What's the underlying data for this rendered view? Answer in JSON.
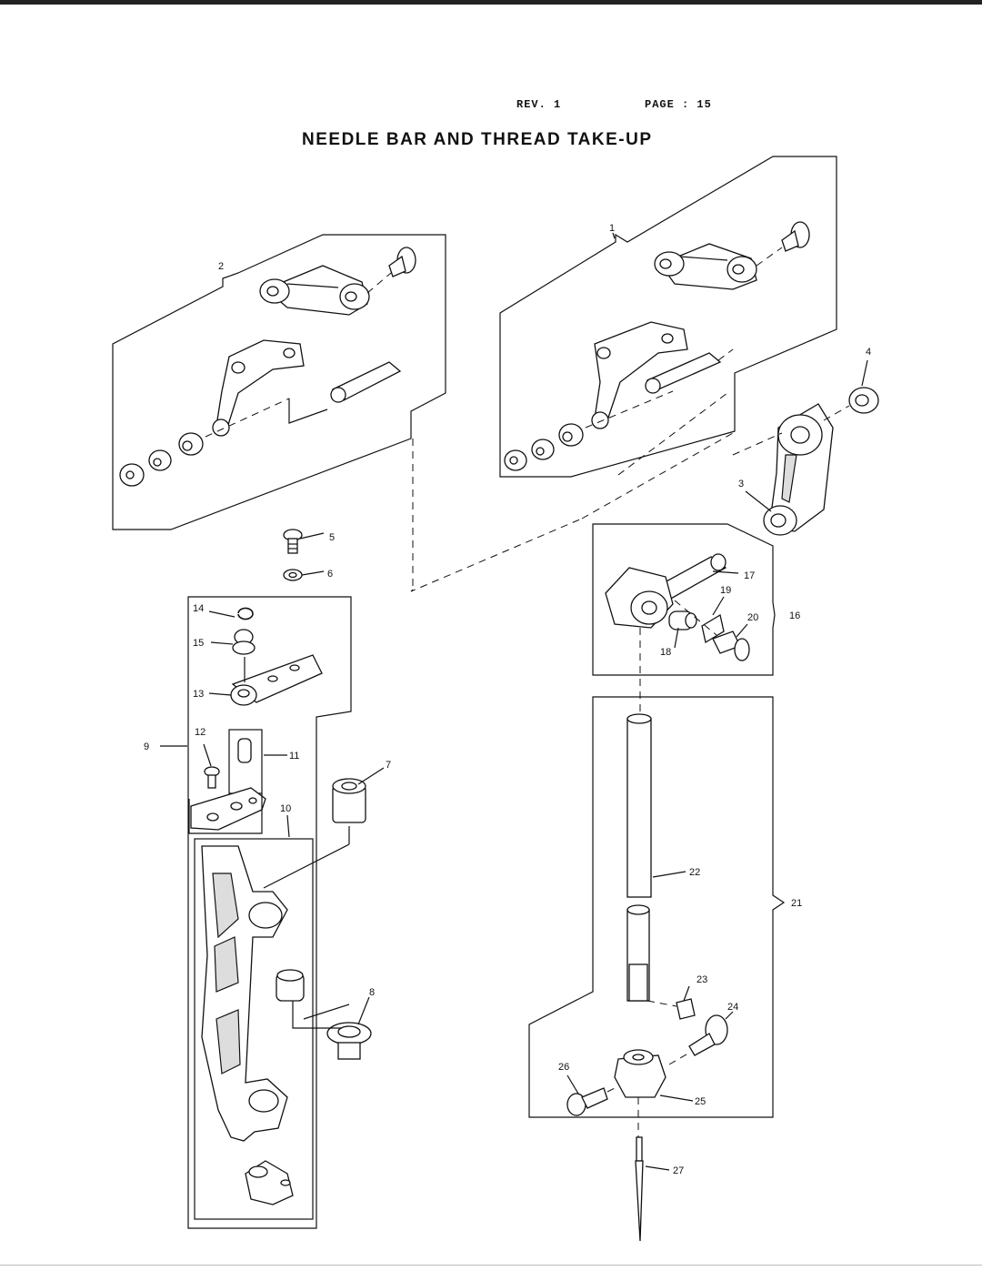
{
  "header": {
    "rev": "REV. 1",
    "page": "PAGE : 15"
  },
  "title": "NEEDLE BAR AND THREAD TAKE-UP",
  "callouts": {
    "c1": "1",
    "c2": "2",
    "c3": "3",
    "c4": "4",
    "c5": "5",
    "c6": "6",
    "c7": "7",
    "c8": "8",
    "c9": "9",
    "c10": "10",
    "c11": "11",
    "c12": "12",
    "c13": "13",
    "c14": "14",
    "c15": "15",
    "c16": "16",
    "c17": "17",
    "c18": "18",
    "c19": "19",
    "c20": "20",
    "c21": "21",
    "c22": "22",
    "c23": "23",
    "c24": "24",
    "c25": "25",
    "c26": "26",
    "c27": "27"
  }
}
